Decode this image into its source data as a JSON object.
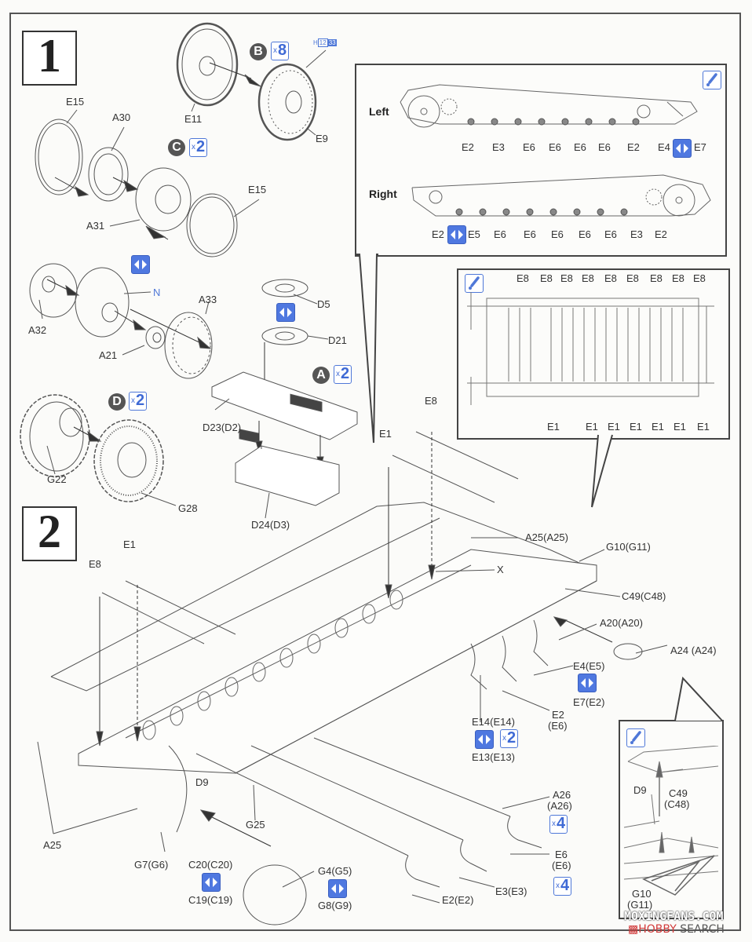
{
  "steps": [
    {
      "number": "1"
    },
    {
      "number": "2"
    }
  ],
  "step1": {
    "paint_ref": {
      "prefix": "H",
      "code1": "12",
      "code2": "33"
    },
    "subassemblies": {
      "road_wheel": {
        "sprue": "B",
        "qty": "8",
        "parts": [
          "E11",
          "E9"
        ]
      },
      "idler_wheel": {
        "sprue": "C",
        "qty": "2",
        "parts": [
          "E15",
          "A30",
          "A31",
          "E15"
        ]
      },
      "hub": {
        "parts": [
          "A32",
          "A21",
          "A33"
        ],
        "note": "N"
      },
      "drive_sprocket": {
        "sprue": "D",
        "qty": "2",
        "parts": [
          "G22",
          "G28"
        ]
      },
      "box": {
        "sprue": "A",
        "qty": "2",
        "parts": [
          "D5",
          "D21",
          "D23(D2)",
          "D24(D3)"
        ]
      }
    }
  },
  "callout_suspension": {
    "left_label": "Left",
    "right_label": "Right",
    "left_parts": [
      "E2",
      "E3",
      "E6",
      "E6",
      "E6",
      "E6",
      "E2",
      "E4",
      "E7"
    ],
    "right_parts": [
      "E2",
      "E5",
      "E6",
      "E6",
      "E6",
      "E6",
      "E6",
      "E3",
      "E2"
    ]
  },
  "callout_torsion": {
    "top_parts": [
      "E8",
      "E8",
      "E8",
      "E8",
      "E8",
      "E8",
      "E8",
      "E8",
      "E8"
    ],
    "bottom_parts": [
      "E1",
      "E1",
      "E1",
      "E1",
      "E1",
      "E1",
      "E1"
    ]
  },
  "step2": {
    "labels": {
      "e8_top": "E8",
      "e1_top": "E1",
      "e1_left": "E1",
      "e8_left": "E8",
      "a25_a25": "A25(A25)",
      "x": "X",
      "g10_g11": "G10(G11)",
      "c49_c48": "C49(C48)",
      "a20_a20": "A20(A20)",
      "a24_a24": "A24 (A24)",
      "e4_e5": "E4(E5)",
      "e7_e2": "E7(E2)",
      "e14_e14": "E14(E14)",
      "e13_e13": "E13(E13)",
      "e2_e6_a": "E2",
      "e2_e6_b": "(E6)",
      "a26_a": "A26",
      "a26_b": "(A26)",
      "e6_a": "E6",
      "e6_b": "(E6)",
      "e3_e3": "E3(E3)",
      "e2_e2": "E2(E2)",
      "g4_g5": "G4(G5)",
      "g8_g9": "G8(G9)",
      "c20_c20": "C20(C20)",
      "c19_c19": "C19(C19)",
      "g7_g6": "G7(G6)",
      "g25": "G25",
      "d9": "D9",
      "a25": "A25"
    },
    "qty_badges": {
      "e14": "2",
      "a26": "4",
      "e6": "4"
    }
  },
  "callout_plate": {
    "labels": {
      "d9": "D9",
      "c49": "C49",
      "c48": "(C48)",
      "g10": "G10",
      "g11": "(G11)"
    }
  },
  "watermark": {
    "line1": "MOXINGFANS.COM",
    "line2_brand": "HOBBY",
    "line2_rest": " SEARCH"
  },
  "colors": {
    "accent_blue": "#4f78e0",
    "sprue_gray": "#555555",
    "line": "#444444"
  }
}
